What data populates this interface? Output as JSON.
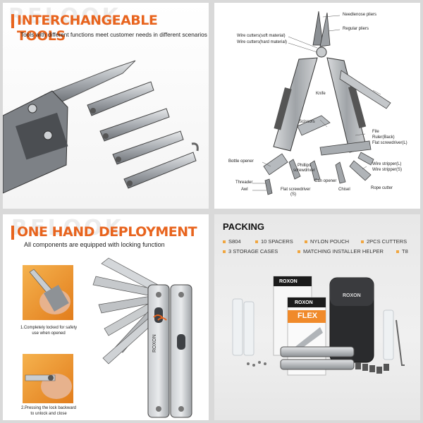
{
  "panel1": {
    "watermark": "RELOOK",
    "title": "INTERCHANGEABLE TOOLS",
    "subtitle": "Tools with different functions meet customer needs in different scenarios"
  },
  "panel2": {
    "labels": {
      "needlenose": "Needlenose pliers",
      "regular": "Regular pliers",
      "wire_soft": "Wire cutters(soft material)",
      "wire_hard": "Wire cutters(hard material)",
      "knife": "Knife",
      "scissors": "Scissors",
      "file": "File",
      "ruler": "Ruler(Back)",
      "flat_l": "Flat screwdriver(L)",
      "bottle": "Bottle opener",
      "phillips": "Phillips",
      "phillips2": "screwdriver",
      "wire_stripper_l": "Wire stripper(L)",
      "wire_stripper_s": "Wire stripper(S)",
      "threader": "Threader",
      "can_opener": "Can opener",
      "awl": "Awl",
      "flat_s": "Flat screwdriver",
      "flat_s2": "(S)",
      "chisel": "Chisel",
      "rope_cutter": "Rope cutter"
    }
  },
  "panel3": {
    "watermark": "RELOOK",
    "title": "ONE HAND DEPLOYMENT",
    "subtitle": "All components are equipped with locking function",
    "step1": [
      "1.Completely locked for safety",
      "use when opened"
    ],
    "step2": [
      "2.Pressing the lock backward",
      "to unlock and close"
    ],
    "brand": "ROXON"
  },
  "panel4": {
    "title": "PACKING",
    "items": [
      "S804",
      "10 SPACERS",
      "NYLON POUCH",
      "2PCS CUTTERS",
      "3 STORAGE CASES",
      "MATCHING INSTALLER HELPER",
      "T8"
    ],
    "box_brand": "ROXON",
    "box_name": "FLEX"
  },
  "colors": {
    "accent": "#e8641e",
    "bullet": "#f0a640",
    "steel": "#b8bcc0"
  }
}
